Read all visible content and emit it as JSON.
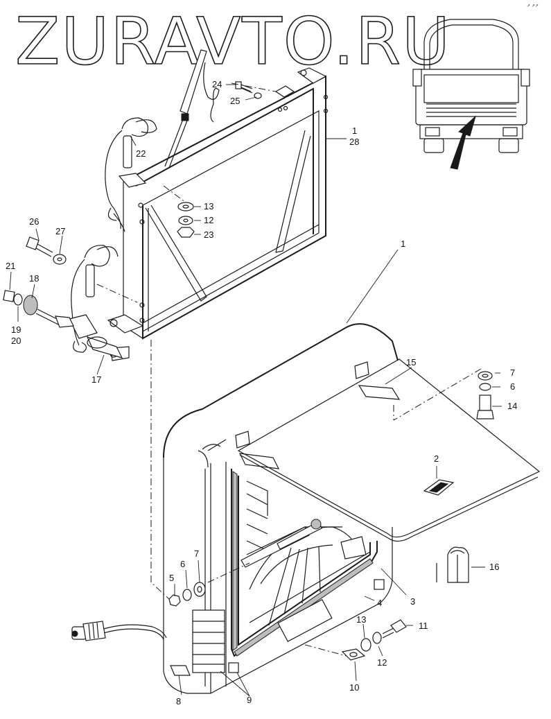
{
  "watermark": "ZURAVTO.RU",
  "corner_mark": "↗ ↗↗",
  "part_labels": [
    {
      "id": "frame-1",
      "text": "1"
    },
    {
      "id": "frame-28",
      "text": "28"
    },
    {
      "id": "l24",
      "text": "24"
    },
    {
      "id": "l25",
      "text": "25"
    },
    {
      "id": "l22",
      "text": "22"
    },
    {
      "id": "l13a",
      "text": "13"
    },
    {
      "id": "l12a",
      "text": "12"
    },
    {
      "id": "l23",
      "text": "23"
    },
    {
      "id": "l26",
      "text": "26"
    },
    {
      "id": "l27",
      "text": "27"
    },
    {
      "id": "l21",
      "text": "21"
    },
    {
      "id": "l18",
      "text": "18"
    },
    {
      "id": "l19",
      "text": "19"
    },
    {
      "id": "l20",
      "text": "20"
    },
    {
      "id": "l17",
      "text": "17"
    },
    {
      "id": "l1b",
      "text": "1"
    },
    {
      "id": "l15",
      "text": "15"
    },
    {
      "id": "l7a",
      "text": "7"
    },
    {
      "id": "l6a",
      "text": "6"
    },
    {
      "id": "l14",
      "text": "14"
    },
    {
      "id": "l2",
      "text": "2"
    },
    {
      "id": "l16",
      "text": "16"
    },
    {
      "id": "l3",
      "text": "3"
    },
    {
      "id": "l4",
      "text": "4"
    },
    {
      "id": "l5",
      "text": "5"
    },
    {
      "id": "l6b",
      "text": "6"
    },
    {
      "id": "l7b",
      "text": "7"
    },
    {
      "id": "l13b",
      "text": "13"
    },
    {
      "id": "l11",
      "text": "11"
    },
    {
      "id": "l12b",
      "text": "12"
    },
    {
      "id": "l10",
      "text": "10"
    },
    {
      "id": "l9",
      "text": "9"
    },
    {
      "id": "l8",
      "text": "8"
    }
  ]
}
